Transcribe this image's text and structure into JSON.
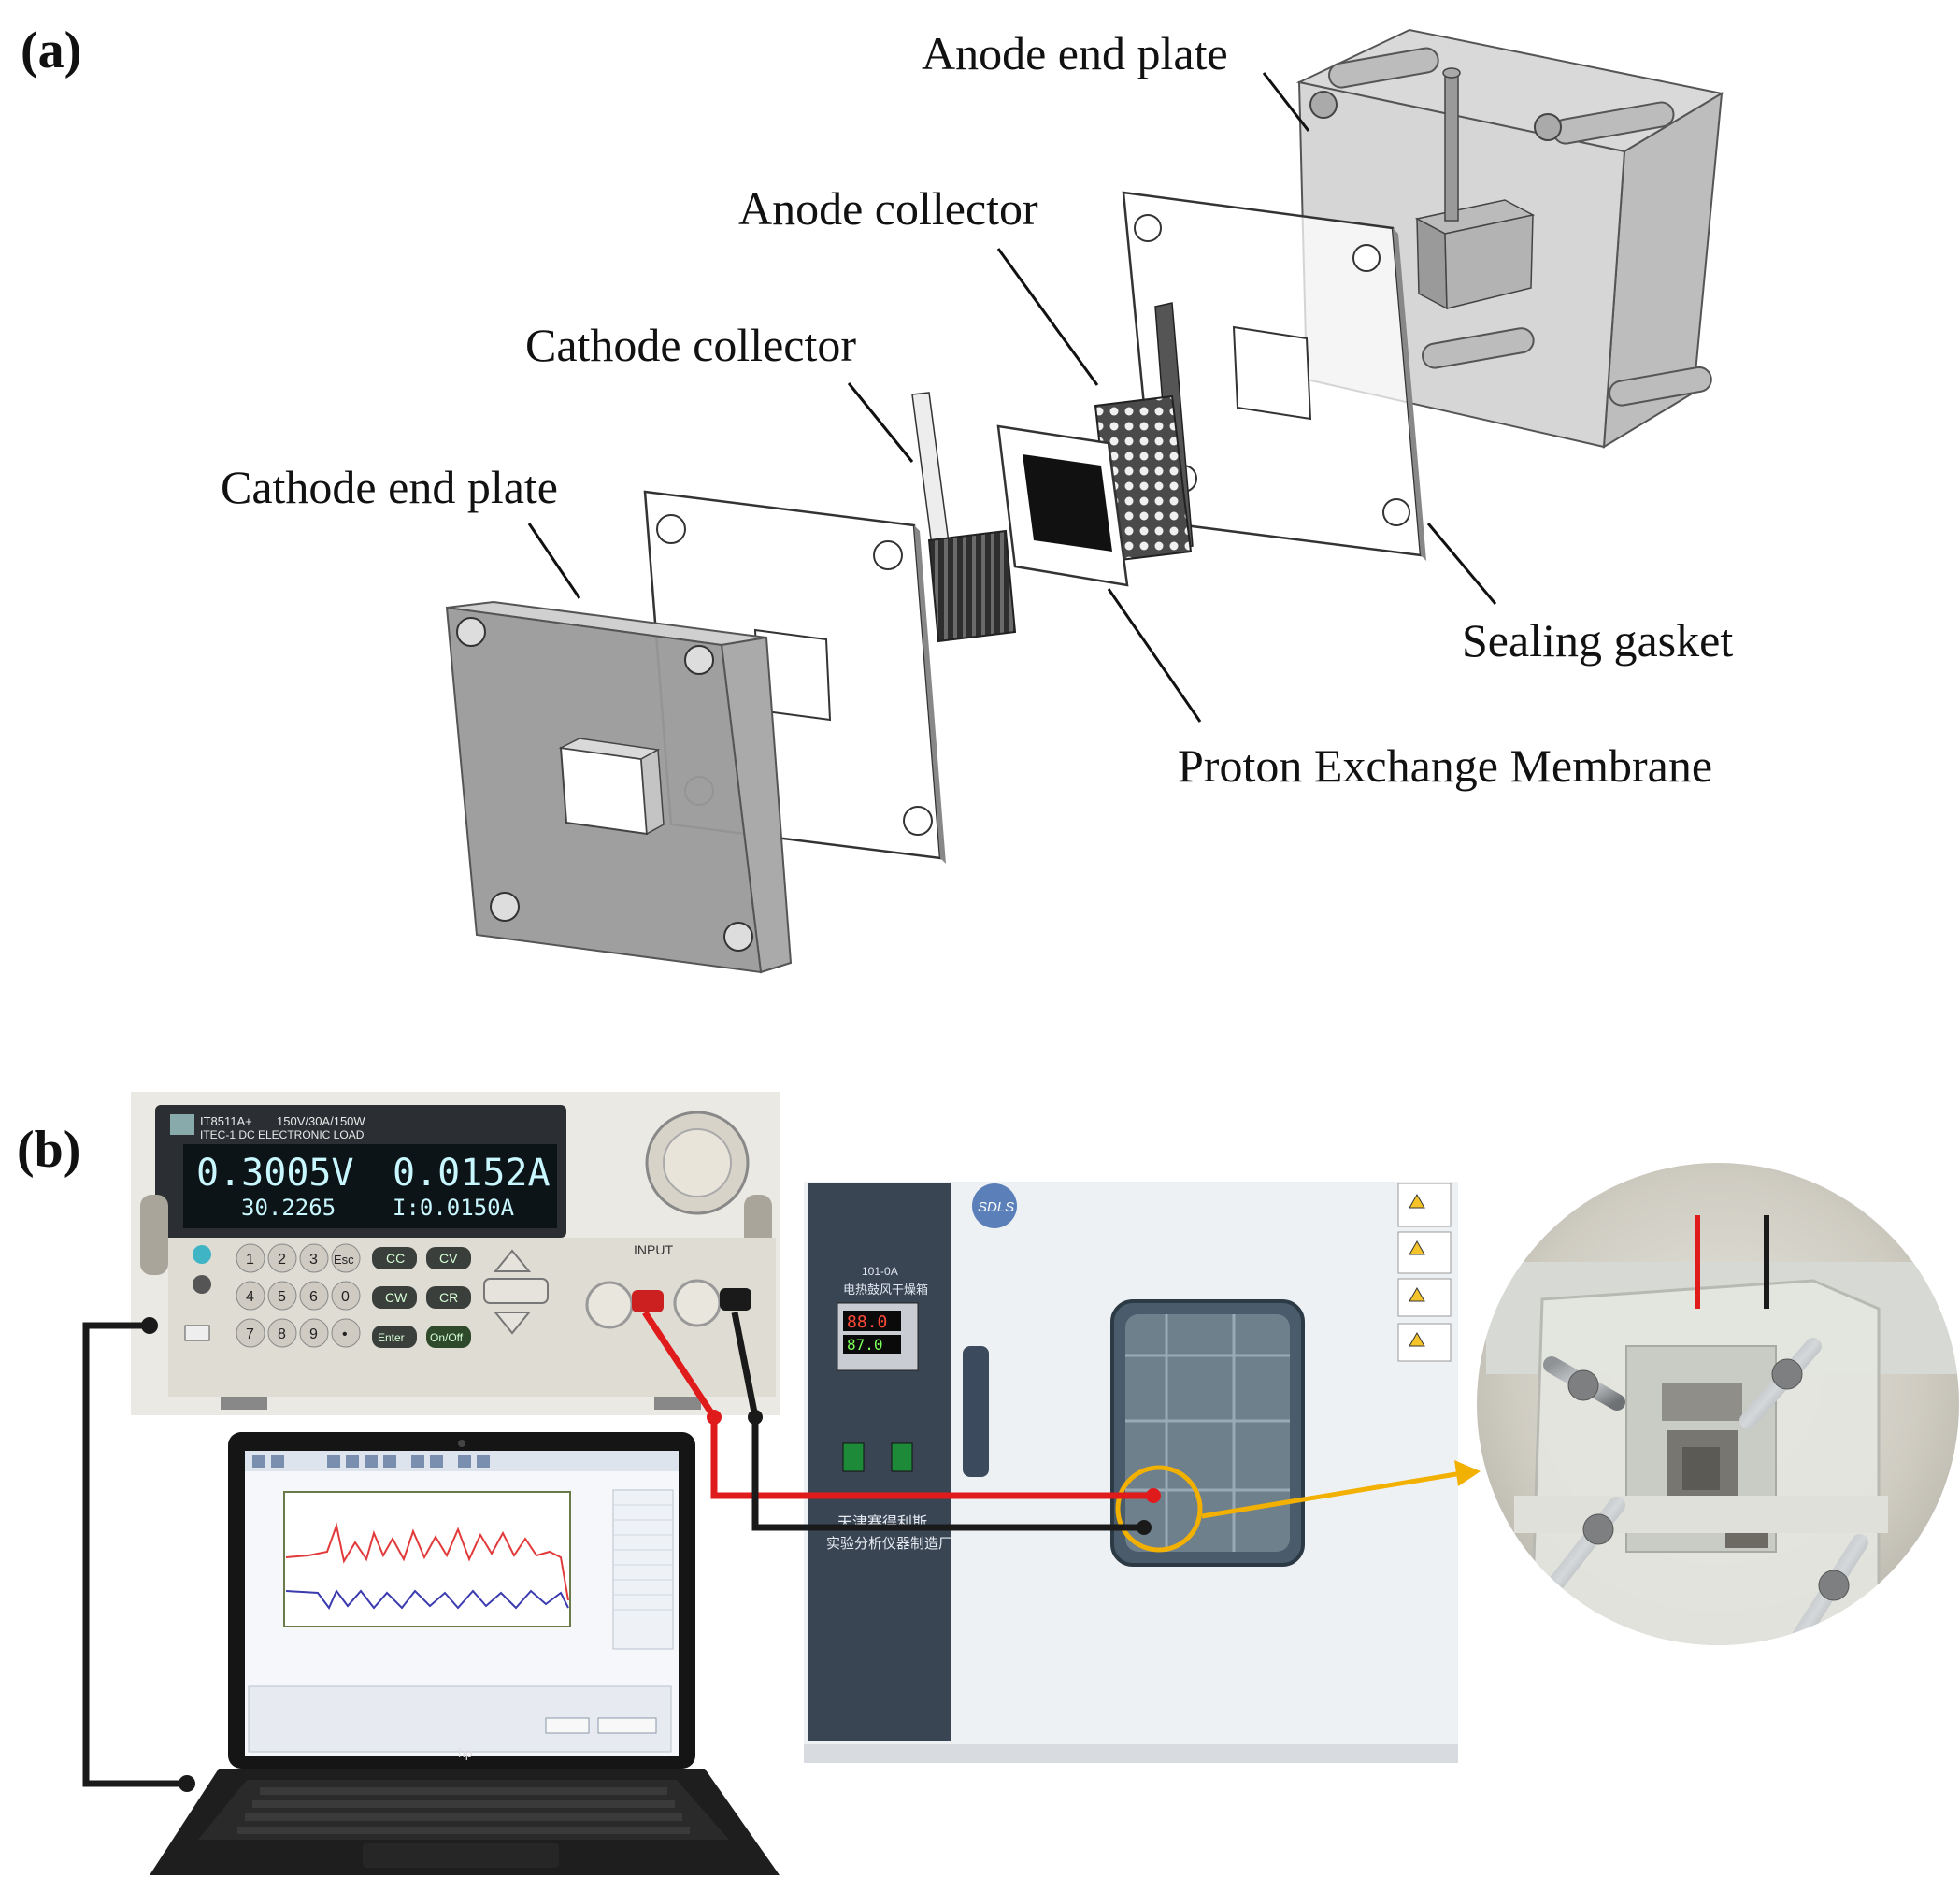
{
  "panel_a": {
    "letter": "(a)",
    "labels": {
      "anode_end_plate": "Anode end plate",
      "anode_collector": "Anode collector",
      "cathode_collector": "Cathode collector",
      "cathode_end_plate": "Cathode end plate",
      "sealing_gasket": "Sealing gasket",
      "pem": "Proton Exchange Membrane"
    }
  },
  "panel_b": {
    "letter": "(b)",
    "electronic_load": {
      "model": "IT8511A+",
      "rating": "150V/30A/150W",
      "subtitle": "ITEC-1 DC ELECTRONIC LOAD",
      "voltage_reading": "0.3005V",
      "current_reading": "0.0152A",
      "second_line_left": "30.2265",
      "second_line_right": "I:0.0150A",
      "input_label": "INPUT",
      "mode_buttons": [
        "CC",
        "CV",
        "CW",
        "CR",
        "Enter",
        "On/Off"
      ],
      "keypad": [
        "1",
        "2",
        "3",
        "Esc",
        "4",
        "5",
        "6",
        "0",
        "7",
        "8",
        "9",
        "•"
      ]
    },
    "oven": {
      "brand": "SDLS",
      "model": "101-0A",
      "name_cn": "电热鼓风干燥箱",
      "maker_line1": "天津赛得利斯",
      "maker_line2": "实验分析仪器制造厂",
      "display_top": "88.0",
      "display_bottom": "87.0"
    },
    "laptop": {
      "brand": "hp"
    },
    "colors": {
      "positive_wire": "#e01b1b",
      "negative_wire": "#1a1a1a",
      "highlight": "#f2b000"
    }
  }
}
